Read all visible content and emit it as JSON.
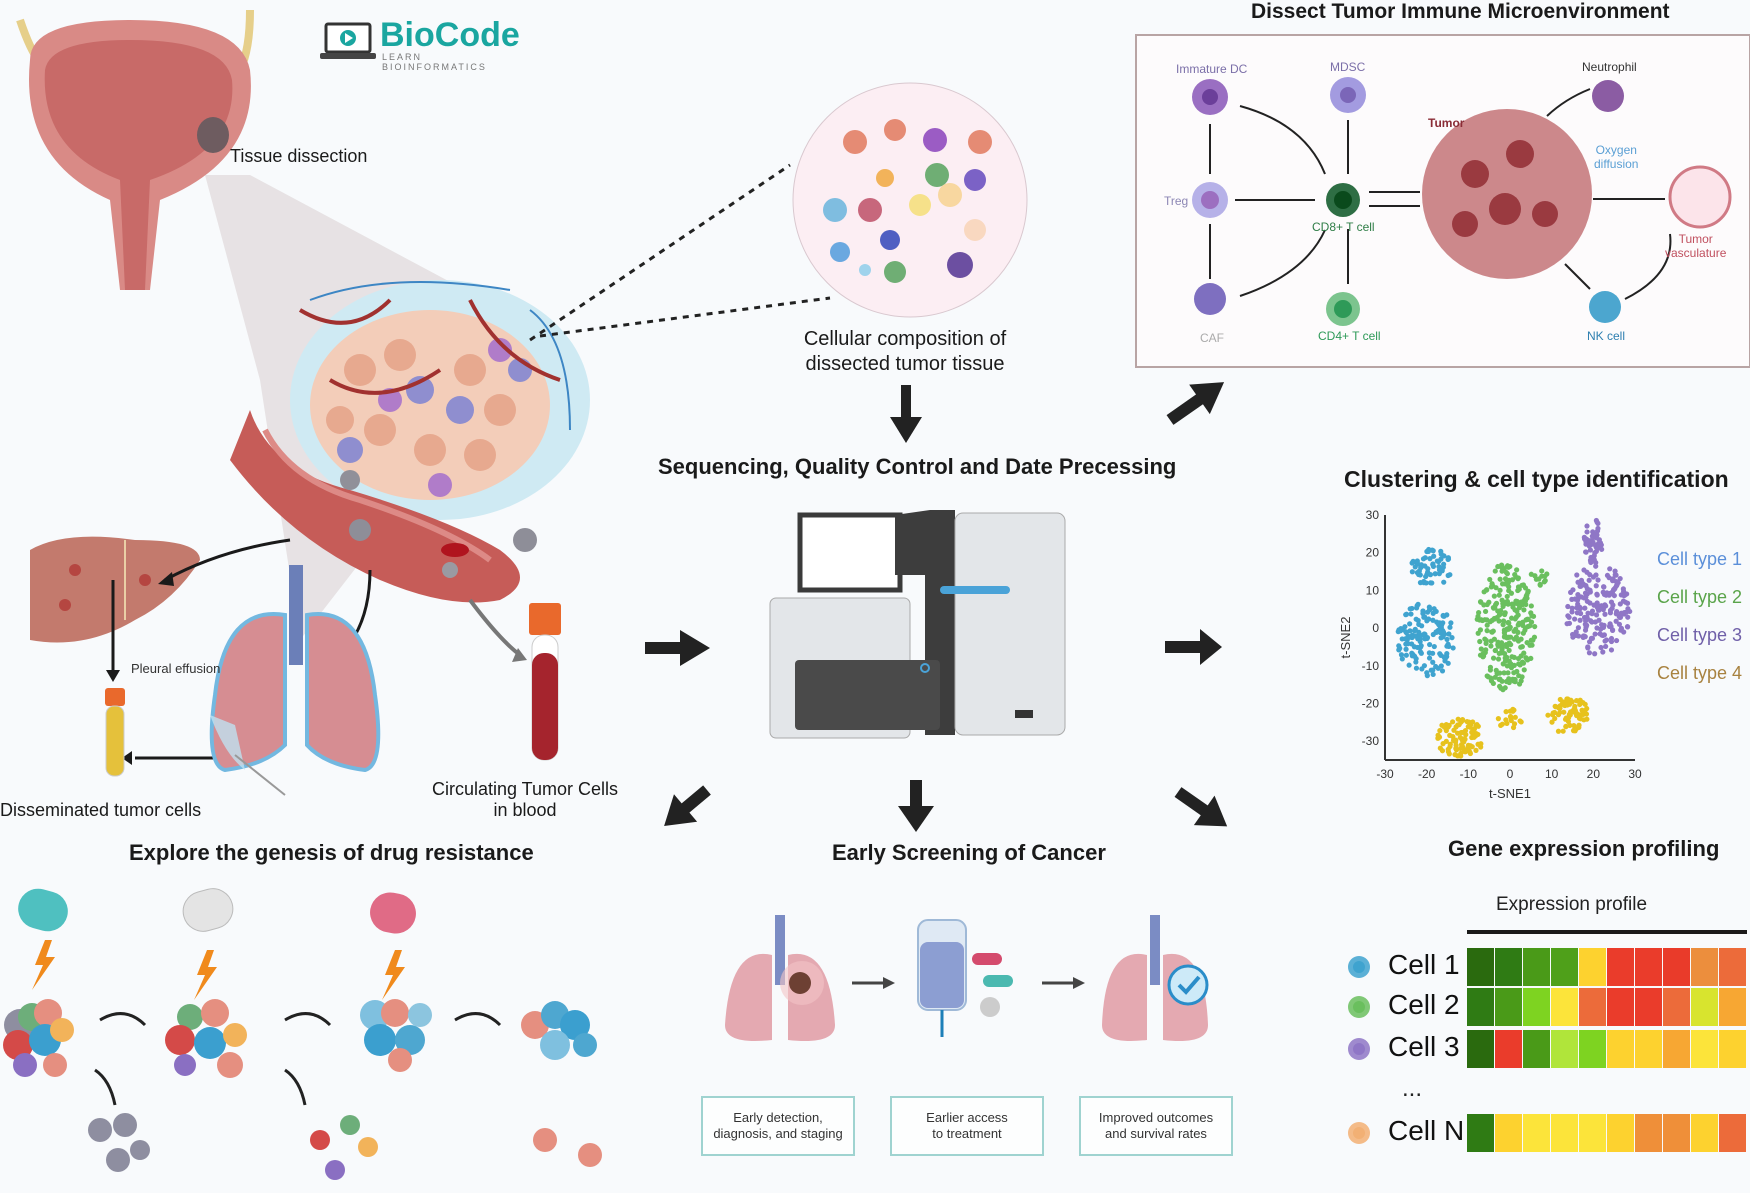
{
  "logo": {
    "name": "BioCode",
    "tagline": "LEARN BIOINFORMATICS",
    "color": "#1aa6a0",
    "icon": "laptop-play-icon"
  },
  "left": {
    "tissue_dissection": "Tissue dissection",
    "pleural_effusion": "Pleural effusion",
    "disseminated": "Disseminated tumor cells",
    "ctc_line1": "Circulating Tumor Cells",
    "ctc_line2": "in blood"
  },
  "center": {
    "composition_line1": "Cellular composition of",
    "composition_line2": "dissected tumor tissue",
    "sequencing_title": "Sequencing, Quality Control and Date Precessing"
  },
  "tme": {
    "title": "Dissect  Tumor Immune Microenvironment",
    "nodes": {
      "immature_dc": "Immature DC",
      "mdsc": "MDSC",
      "neutrophil": "Neutrophil",
      "tumor": "Tumor",
      "oxygen_line1": "Oxygen",
      "oxygen_line2": "diffusion",
      "treg": "Treg",
      "cd8": "CD8+ T cell",
      "tumor_vasc_line1": "Tumor",
      "tumor_vasc_line2": "vasculature",
      "caf": "CAF",
      "cd4": "CD4+ T cell",
      "nk": "NK cell"
    },
    "colors": {
      "label_purple": "#7b6fa8",
      "cd8_green": "#2e7d46",
      "tumor_red": "#8a2c36",
      "oxygen_blue": "#5a9fd4"
    }
  },
  "clustering": {
    "title": "Clustering & cell type identification"
  },
  "chart_data": {
    "type": "scatter",
    "title": "Clustering & cell type identification",
    "xlabel": "t-SNE1",
    "ylabel": "t-SNE2",
    "xlim": [
      -30,
      30
    ],
    "ylim": [
      -35,
      30
    ],
    "xticks": [
      "-30",
      "-20",
      "-10",
      "0",
      "10",
      "20",
      "30"
    ],
    "yticks": [
      "30",
      "20",
      "10",
      "0",
      "-10",
      "-20",
      "-30"
    ],
    "legend_position": "right",
    "series": [
      {
        "name": "Cell type 1",
        "color": "#3fa3cf",
        "clusters": [
          {
            "cx": -19,
            "cy": 16,
            "rx": 5,
            "ry": 5,
            "n": 60
          },
          {
            "cx": -20,
            "cy": -3,
            "rx": 7,
            "ry": 10,
            "n": 140
          }
        ]
      },
      {
        "name": "Cell type 2",
        "color": "#6abf5e",
        "clusters": [
          {
            "cx": -1,
            "cy": 0,
            "rx": 7,
            "ry": 17,
            "n": 260
          },
          {
            "cx": 7,
            "cy": 14,
            "rx": 2,
            "ry": 3,
            "n": 12
          }
        ]
      },
      {
        "name": "Cell type 3",
        "color": "#8f76c6",
        "clusters": [
          {
            "cx": 20,
            "cy": 23,
            "rx": 2.5,
            "ry": 6,
            "n": 50
          },
          {
            "cx": 21,
            "cy": 5,
            "rx": 8,
            "ry": 12,
            "n": 190
          }
        ]
      },
      {
        "name": "Cell type 4",
        "color": "#e7c21d",
        "clusters": [
          {
            "cx": -12,
            "cy": -29,
            "rx": 6,
            "ry": 5,
            "n": 90
          },
          {
            "cx": 0,
            "cy": -24,
            "rx": 3,
            "ry": 3,
            "n": 18
          },
          {
            "cx": 14,
            "cy": -23,
            "rx": 5,
            "ry": 5,
            "n": 70
          }
        ]
      }
    ],
    "legend_colors": [
      "#5b8fd9",
      "#5aa44a",
      "#6f5fa8",
      "#a88240"
    ]
  },
  "screening": {
    "title": "Early Screening of Cancer",
    "steps": [
      {
        "line1": "Early detection,",
        "line2": "diagnosis, and staging"
      },
      {
        "line1": "Earlier access",
        "line2": "to treatment"
      },
      {
        "line1": "Improved outcomes",
        "line2": "and survival rates"
      }
    ]
  },
  "drug": {
    "title": "Explore the genesis of drug resistance",
    "capsules": [
      "#4fc0c0",
      "#e4e4e4",
      "#e06b86"
    ]
  },
  "gene": {
    "title": "Gene expression profiling",
    "subtitle": "Expression profile",
    "rows": [
      {
        "label": "Cell 1",
        "dot": "#3fa3cf",
        "colors": [
          "#2a6a0e",
          "#2f7b14",
          "#4a9a18",
          "#4fa01a",
          "#fdd22f",
          "#ea3c2b",
          "#ea3c2b",
          "#e93b2a",
          "#ec8e3d",
          "#ec6b3a"
        ]
      },
      {
        "label": "Cell 2",
        "dot": "#6abf5e",
        "colors": [
          "#2f7b14",
          "#4a9a18",
          "#7ed321",
          "#fce43a",
          "#ec6b3a",
          "#ea3c2b",
          "#ea3c2b",
          "#ec6b3a",
          "#d8e42e",
          "#f7a733"
        ]
      },
      {
        "label": "Cell 3",
        "dot": "#8f76c6",
        "colors": [
          "#2a6a0e",
          "#ea3c2b",
          "#4a9a18",
          "#b0e53a",
          "#7ed321",
          "#fdd22f",
          "#fdd22f",
          "#f7a733",
          "#fce43a",
          "#fdd22f"
        ]
      },
      {
        "label": "Cell N",
        "dot": "#f2b074",
        "colors": [
          "#2f7b14",
          "#fdd22f",
          "#fce43a",
          "#fce43a",
          "#fce43a",
          "#fdd22f",
          "#ef8f39",
          "#ef8f39",
          "#fdd22f",
          "#ec6b3a"
        ]
      }
    ],
    "ellipsis": "..."
  }
}
